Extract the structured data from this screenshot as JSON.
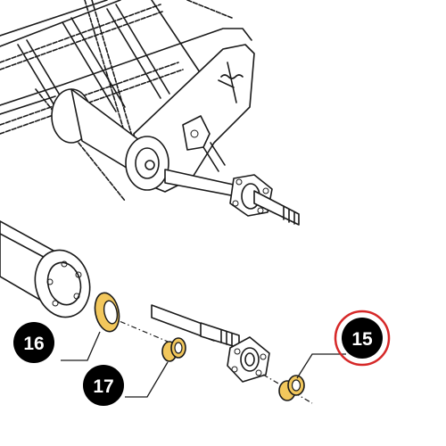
{
  "colors": {
    "line": "#1a1a1a",
    "highlight_part": "#f2c75c",
    "callout_fill": "#000000",
    "callout_text": "#ffffff",
    "selection_ring": "#d62828"
  },
  "callouts": [
    {
      "id": "16",
      "label": "16"
    },
    {
      "id": "17",
      "label": "17"
    },
    {
      "id": "15",
      "label": "15",
      "selected": true
    }
  ]
}
